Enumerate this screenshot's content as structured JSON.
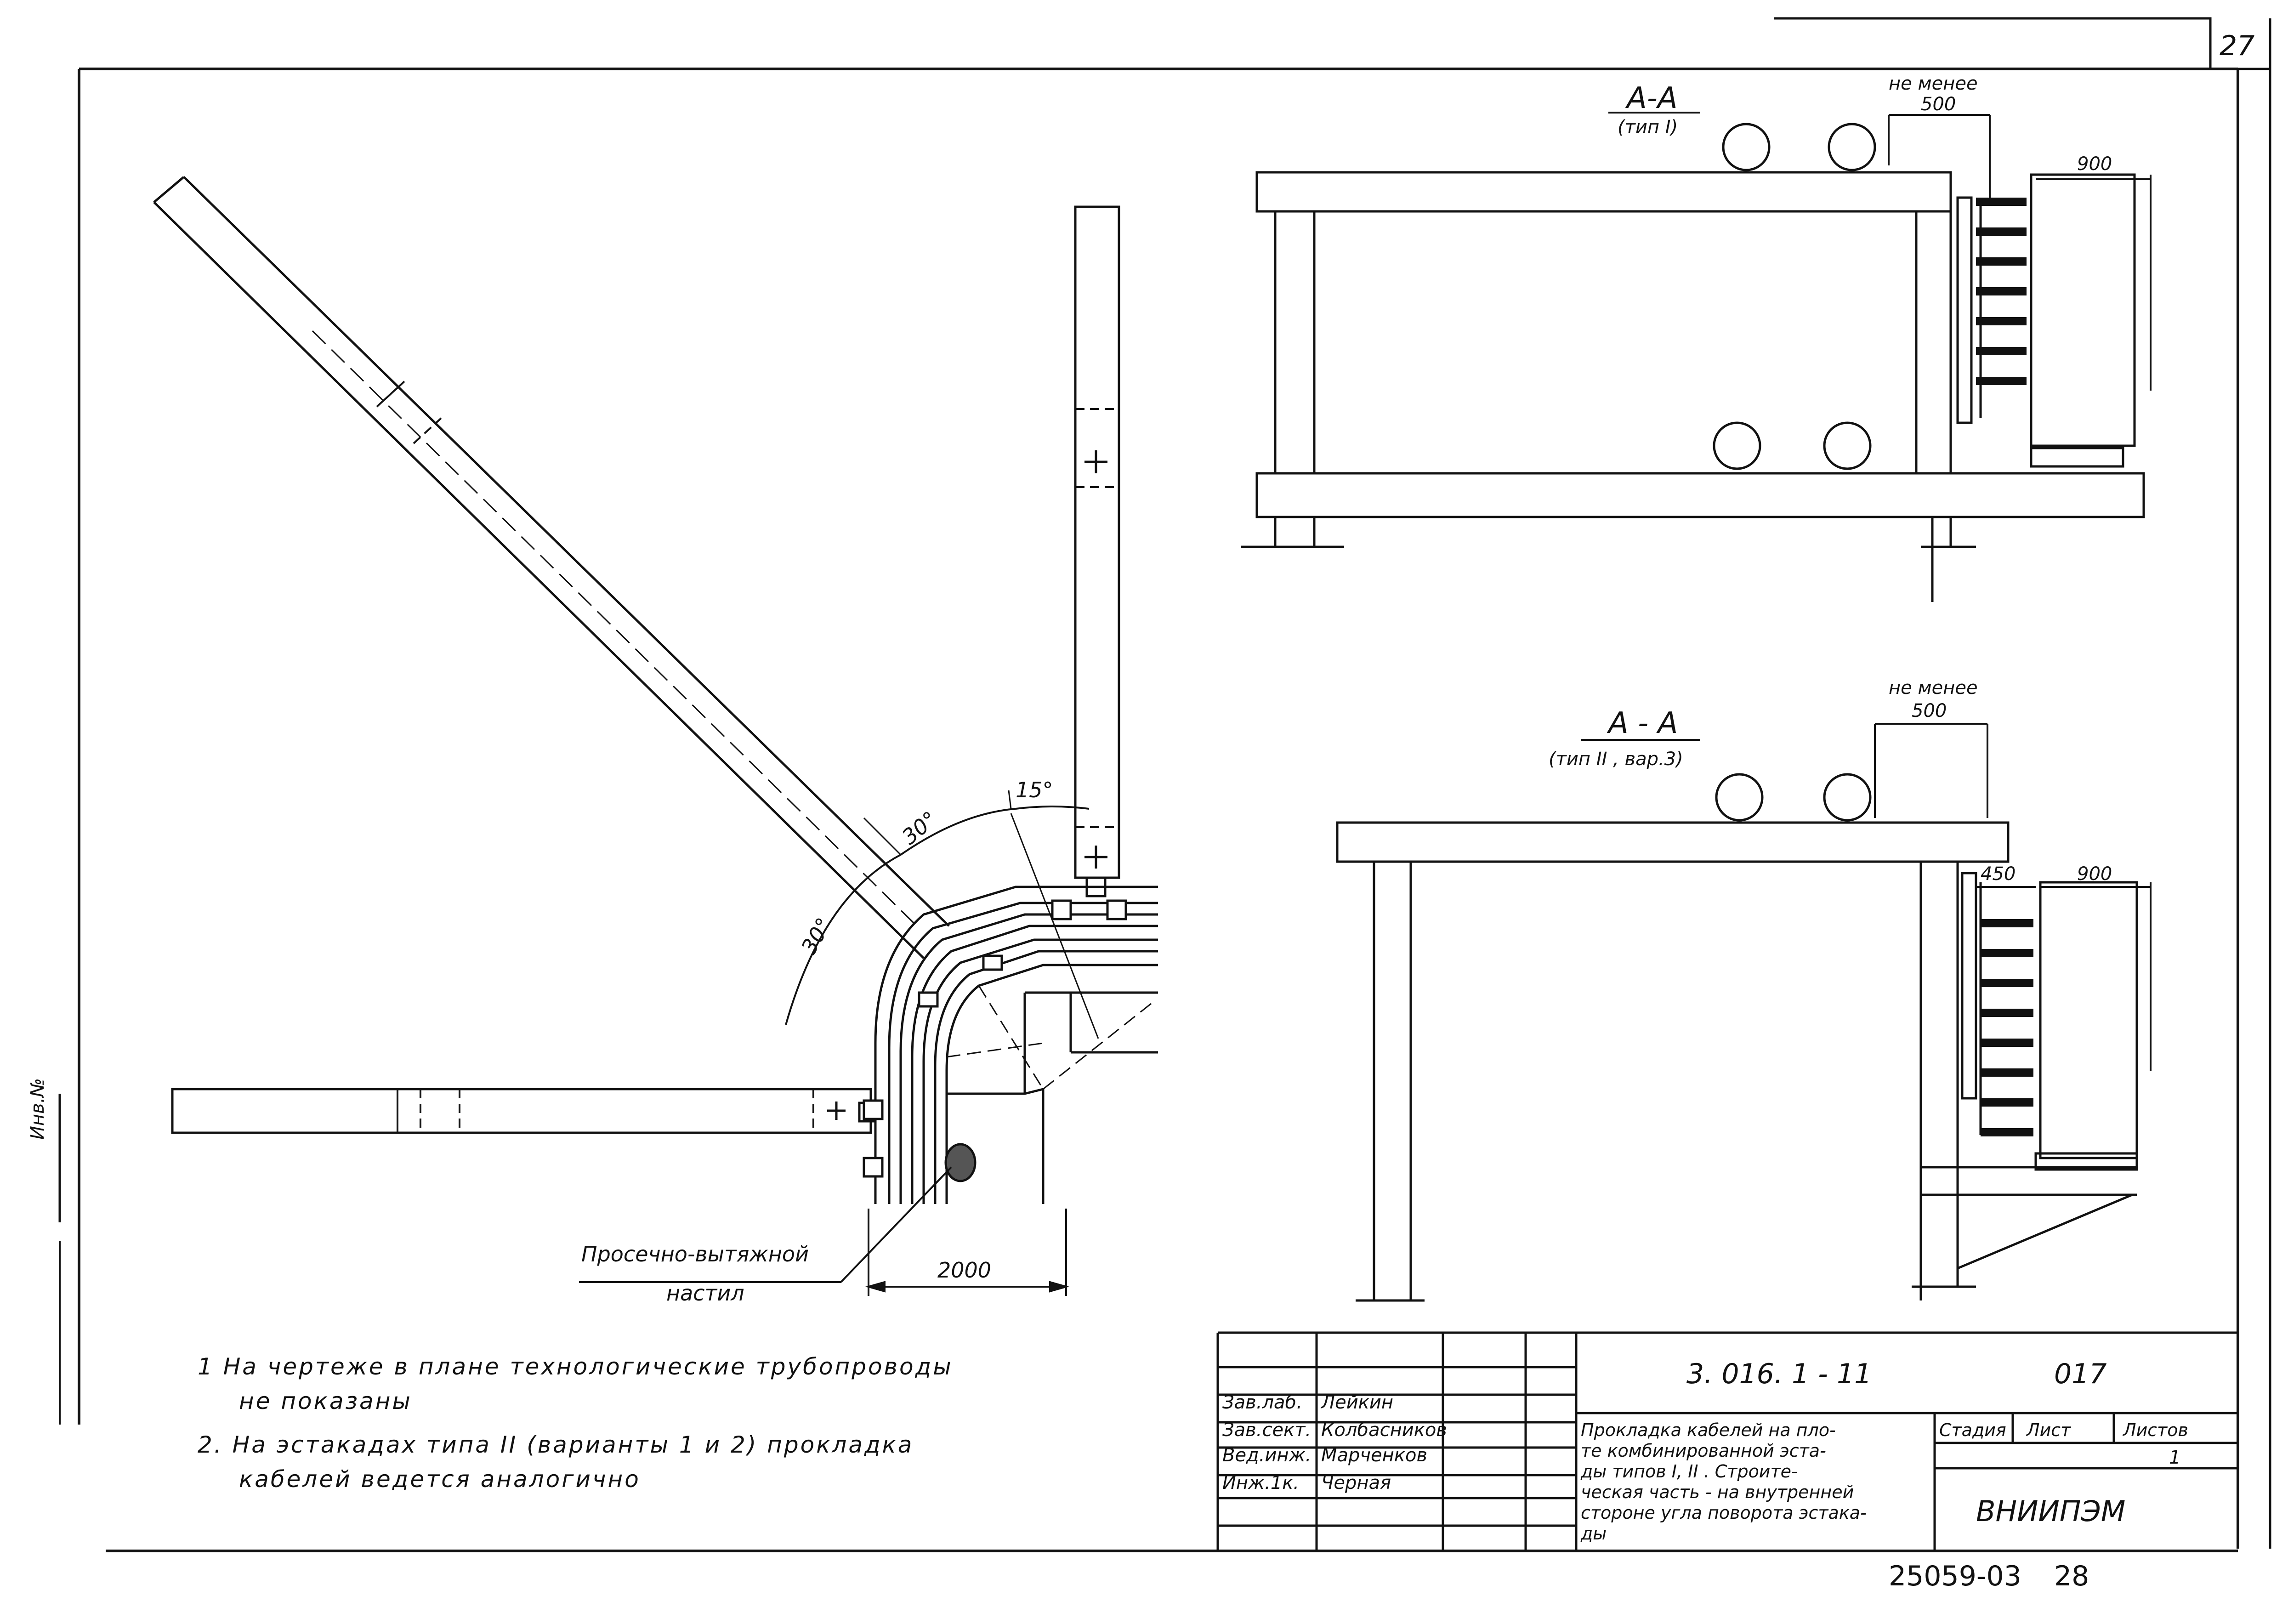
{
  "sheet": {
    "page_number": "27"
  },
  "plan_view": {
    "angle_a": "15°",
    "angle_b": "30°",
    "angle_c": "30°",
    "dimension_width": "2000",
    "callout_line1": "Просечно-вытяжной",
    "callout_line2": "настил"
  },
  "section_type1": {
    "title": "A-A",
    "subtitle": "(тип I)",
    "clearance_label": "не менее",
    "clearance_value": "500",
    "width_value": "900"
  },
  "section_type2": {
    "title": "A - A",
    "subtitle": "(тип II , вар.3)",
    "clearance_label": "не менее",
    "clearance_value": "500",
    "inner_value": "450",
    "width_value": "900"
  },
  "notes": [
    "1  На чертеже в плане технологические трубопроводы",
    "не показаны",
    "2. На эстакадах типа II (варианты 1 и 2) прокладка",
    "кабелей ведется аналогично"
  ],
  "title_block": {
    "doc_code": "3. 016. 1 - 11",
    "sheet_code": "017",
    "roles": [
      "Зав.лаб.",
      "Зав.сект.",
      "Вед.инж.",
      "Инж.1к."
    ],
    "names": [
      "Лейкин",
      "Колбасников",
      "Марченков",
      "Черная"
    ],
    "description": [
      "Прокладка кабелей на пло-",
      "те комбинированной эста-",
      "ды типов I, II . Строите-",
      "ческая часть - на внутренней",
      "стороне угла поворота эстака-",
      "ды"
    ],
    "col_stage": "Стадия",
    "col_sheet": "Лист",
    "col_sheets": "Листов",
    "sheets_value": "1",
    "organization": "ВНИИПЭМ"
  },
  "footer": {
    "archive_number": "25059-03",
    "page": "28"
  },
  "side_stamp": "Инв.№"
}
